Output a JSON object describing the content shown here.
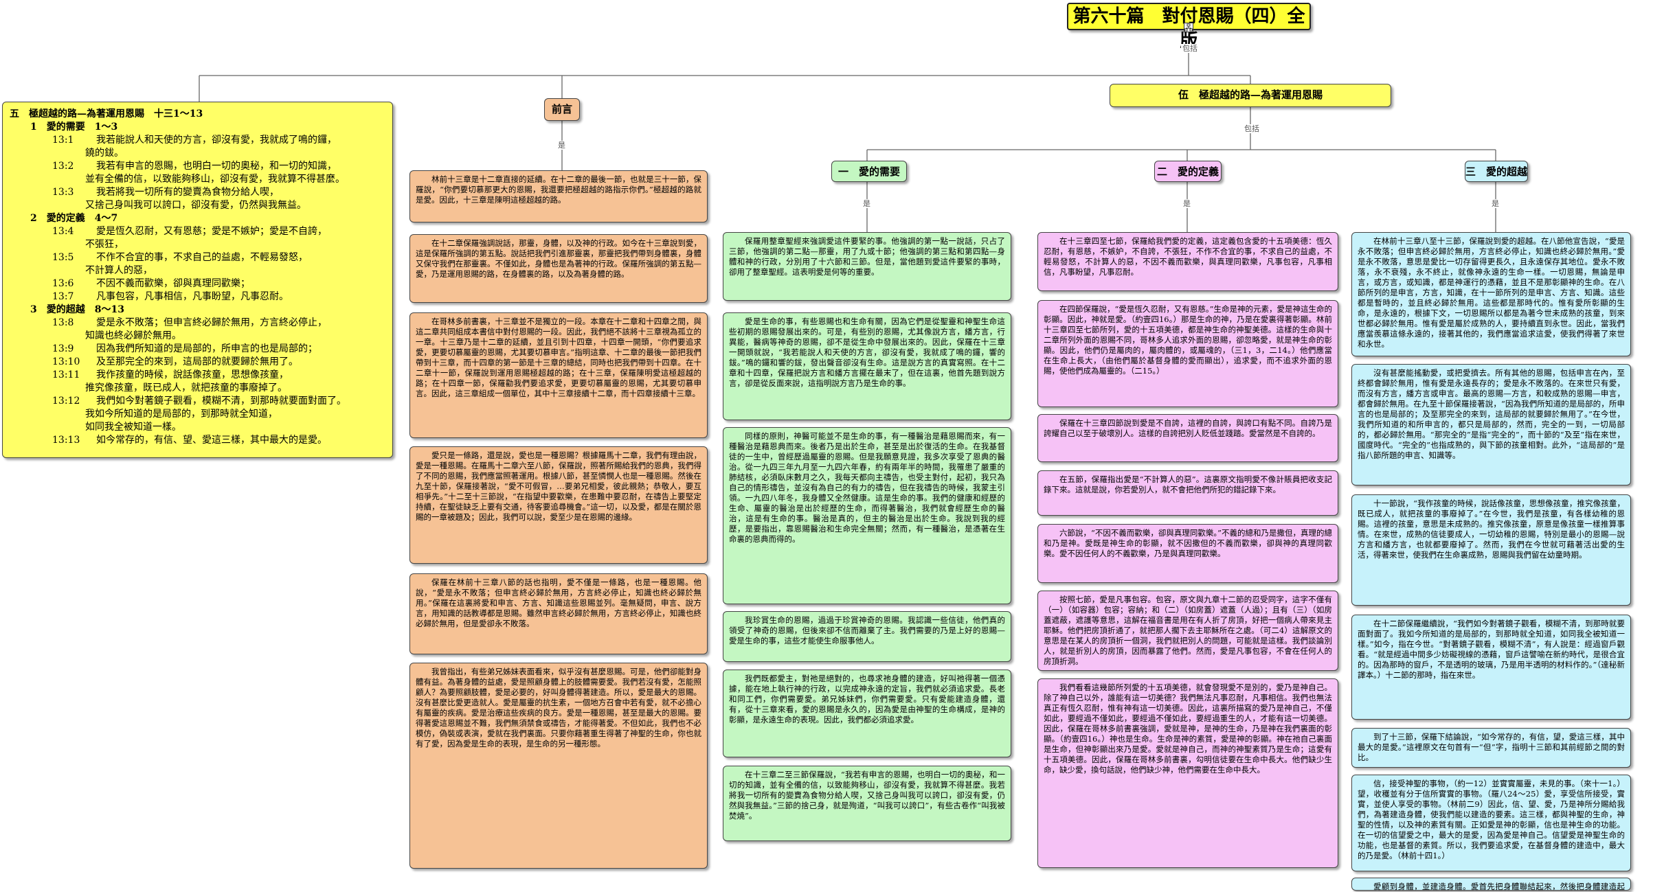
{
  "title": "第六十篇　對付恩賜（四）全版",
  "connectors": {
    "root": "包括",
    "branch": "包括",
    "is": "是"
  },
  "colors": {
    "title": "#ffff33",
    "orange": "#f6c295",
    "green": "#c4f7c2",
    "pink": "#f6c2f6",
    "blue": "#c7f2fb",
    "outline": "#ffff66"
  },
  "outline": [
    {
      "t": "l0",
      "text": "五　極超越的路—為著運用恩賜　十三1～13"
    },
    {
      "t": "l1",
      "text": "1　愛的需要　1～3"
    },
    {
      "t": "v",
      "n": "13:1",
      "text": "我若能說人和天使的方言，卻沒有愛，我就成了鳴的鑼，"
    },
    {
      "t": "c",
      "text": "鐃的鈸。"
    },
    {
      "t": "v",
      "n": "13:2",
      "text": "我若有申言的恩賜，也明白一切的奧秘，和一切的知識，"
    },
    {
      "t": "c",
      "text": "並有全備的信，以致能夠移山，卻沒有愛，我就算不得甚麼。"
    },
    {
      "t": "v",
      "n": "13:3",
      "text": "我若將我一切所有的變賣為食物分給人喫，"
    },
    {
      "t": "c",
      "text": "又捨己身叫我可以誇口，卻沒有愛，仍然與我無益。"
    },
    {
      "t": "l1",
      "text": "2　愛的定義　4～7"
    },
    {
      "t": "v",
      "n": "13:4",
      "text": "愛是恆久忍耐，又有恩慈；愛是不嫉妒；愛是不自誇，"
    },
    {
      "t": "c",
      "text": "不張狂，"
    },
    {
      "t": "v",
      "n": "13:5",
      "text": "不作不合宜的事，不求自己的益處，不輕易發怒，"
    },
    {
      "t": "c",
      "text": "不計算人的惡，"
    },
    {
      "t": "v",
      "n": "13:6",
      "text": "不因不義而歡樂，卻與真理同歡樂；"
    },
    {
      "t": "v",
      "n": "13:7",
      "text": "凡事包容，凡事相信，凡事盼望，凡事忍耐。"
    },
    {
      "t": "l1",
      "text": "3　愛的超越　8～13"
    },
    {
      "t": "v",
      "n": "13:8",
      "text": "愛是永不敗落；但申言終必歸於無用，方言終必停止，"
    },
    {
      "t": "c",
      "text": "知識也終必歸於無用。"
    },
    {
      "t": "v",
      "n": "13:9",
      "text": "因為我們所知道的是局部的，所申言的也是局部的；"
    },
    {
      "t": "v",
      "n": "13:10",
      "text": "及至那完全的來到，這局部的就要歸於無用了。"
    },
    {
      "t": "v",
      "n": "13:11",
      "text": "我作孩童的時候，說話像孩童，思想像孩童，"
    },
    {
      "t": "c",
      "text": "推究像孩童，既已成人，就把孩童的事廢掉了。"
    },
    {
      "t": "v",
      "n": "13:12",
      "text": "我們如今對著鏡子觀看，模糊不清，到那時就要面對面了。"
    },
    {
      "t": "c",
      "text": "我如今所知道的是局部的，到那時就全知道，"
    },
    {
      "t": "c",
      "text": "如同我全被知道一樣。"
    },
    {
      "t": "v",
      "n": "13:13",
      "text": "如今常存的，有信、望、愛這三樣，其中最大的是愛。"
    }
  ],
  "intro": {
    "label": "前言",
    "paras": [
      "林前十三章是十二章直接的延續。在十二章的最後一節，也就是三十一節，保羅說，“你們要切慕那更大的恩賜，我還要把極超越的路指示你們。”極超越的路就是愛。因此，十三章是陳明這極超越的路。",
      "在十二章保羅強調說話，那靈，身體，以及神的行政。如今在十三章說到愛，這是保羅所強調的第五點。說話把我們引進那靈裏，那靈把我們帶到身體裏，身體又保守我們在那靈裏。不僅如此，身體也是為著神的行政。保羅所強調的第五點—愛，乃是運用恩賜的路，在身體裏的路，以及為著身體的路。",
      "在哥林多前書裏，十三章並不是獨立的一段。本章在十二章和十四章之間，與這二章共同組成本書信中對付恩賜的一段。因此，我們絕不該將十三章視為孤立的一章。十三章乃是十二章的延續，並且引到十四章，十四章一開頭，“你們要追求愛，更要切慕屬靈的恩賜，尤其要切慕申言。”指明這章、十二章的最後一節把我們帶到十三章，而十四章的第一節是十三章的總結，同時也把我們帶到十四章。在十二章十一節，保羅說到運用恩賜極超越的路；在十三章，保羅陳明愛這極超越的路；在十四章一節，保羅勸我們要追求愛，更要切慕屬靈的恩賜，尤其要切慕申言。因此，這三章組成一個單位，其中十三章接續十二章，而十四章接續十三章。",
      "愛只是一條路，還是說，愛也是一種恩賜？根據羅馬十二章，我們有理由說，愛是一種恩賜。在羅馬十二章六至八節，保羅說，照著所賜給我們的恩典，我們得了不同的恩賜，我們應當照著運用。根據八節，甚至憐憫人也是一種恩賜。然後在九至十節，保羅接著說，“愛不可假冒，…要弟兄相愛，彼此親熱；恭敬人，要互相爭先。”十二至十三節說，“在指望中要歡樂，在患難中要忍耐，在禱告上要堅定持續，在聖徒缺乏上要有交通，待客要追尋機會。”這一切，以及愛，都是在關於恩賜的一章被題及；因此，我們可以說，愛至少是在恩賜的邊緣。",
      "保羅在林前十三章八節的話也指明，愛不僅是一條路，也是一種恩賜。他說，“愛是永不敗落；但申言終必歸於無用，方言終必停止，知識也終必歸於無用。”保羅在這裏將愛和申言、方言、知識這些恩賜並列。毫無疑問，申言、說方言，用知識的話教導都是恩賜。雖然申言終必歸於無用，方言終必停止，知識也終必歸於無用，但是愛卻永不敗落。",
      "我曾指出，有些弟兄姊妹表面看來，似乎沒有甚麼恩賜。可是，他們卻能對身體有益。為著身體的益處，愛是照顧身體上的肢體需要愛。我們若沒有愛，怎能照顧人？為要照顧肢體，愛是必要的，好叫身體得著建造。所以，愛是最大的恩賜。沒有甚麼比愛更造就人。愛是屬靈的抗生素，一個地方召會中若有愛，就不必擔心有屬靈的疾病。愛是治療這些疾病的良方。愛是一種恩賜，甚至是最大的恩賜。要得著愛這恩賜並不難，我們無須禁食或禱告，才能得著愛。不但如此，我們也不必模仿，偽裝或表演，愛就在我們裏面。只要你藉著重生得著了神聖的生命，你也就有了愛，因為愛是生命的表現，是生命的另一種形態。"
    ]
  },
  "main_branch": {
    "label": "伍　極超越的路—為著運用恩賜"
  },
  "sections": [
    {
      "label": "一　愛的需要",
      "paras": [
        "保羅用整章聖經來強調愛這件要緊的事。他強調的第一點一說話，只占了三節，他強調的第二點—那靈，用了九或十節；他強調的第三點和第四點—身體和神的行政，分別用了十六節和三節。但是，當他題到愛這件要緊的事時，卻用了整章聖經。這表明愛是何等的重要。",
        "愛是生命的事，有些恩賜也和生命有關，因為它們是從聖靈和神聖生命這些初期的恩賜發展出來的。可是，有些別的恩賜，尤其像說方言，繙方言，行異能，醫病等神奇的恩賜，卻不是從生命中發展出來的。因此，保羅在十三章一開頭就說，“我若能說人和天使的方言，卻沒有愛，我就成了鳴的鑼，響的鈸。”鳴的鑼和響的鈸，發出聲音卻沒有生命。這是說方言的真實寫照。在十二章和十四章，保羅把說方言和繙方言擺在最末了，但在這裏，他首先題到說方言，卻是從反面來說，這指明說方言乃是生命的事。",
        "同樣的原則，神醫可能並不是生命的事，有一種醫治是藉恩賜而來，有一種醫治是藉恩典而來。後者乃是出於生命，甚至是出於復活的生命。在我基督徒的一生中，曾經歷過屬靈的恩賜。但是我願意見證，我多次享受了恩典的醫治。從一九四三年九月至一九四六年春，約有兩年半的時間，我罹患了嚴重的肺結核，必須臥床數月之久，我每天都向主禱告，也受主對付，起初，我只為自己的情形禱告，並沒有為自己的有力的禱告，但在我禱告的時候，我蒙主引領。一九四八年冬，我身體又全然健康。這是生命的事。我們的健康和經歷的生命、屬靈的醫治是出於經歷的生命，而得著醫治，我們就會經歷生命的醫治，這是有生命的事。醫治是真的，但主的醫治是出於生命。我說到我的經歷，是要指出，靠恩賜醫治和生命完全無關；然而，有一種醫治，是憑著在生命裏的恩典而得的。",
        "我珍賞生命的恩賜，過過于珍賞神奇的恩賜。我認識一些信徒，他們真的領受了神奇的恩賜，但後來卻不信而離棄了主。我們需要的乃是上好的恩賜—愛是生命的事，這些才能使生命服事他人。",
        "我們既都愛主，對祂是絕對的，也尋求祂身體的建造，好叫祂得著一個憑據，能在地上執行神的行政，以完成神永遠的定旨，我們就必須追求愛。長老和同工們，你們需要愛。弟兄姊妹們，你們需要愛。只有愛能建造身體，還有，從十三章來看，愛的恩賜是永久的，因為愛是由神聖的生命構成，是神的彰顯，是永遠生命的表現。因此，我們都必須追求愛。",
        "在十三章二至三節保羅說，“我若有申言的恩賜，也明白一切的奧秘，和一切的知識，並有全備的信，以致能夠移山，卻沒有愛，我就算不得甚麼。我若將我一切所有的變賣為食物分給人喫，又捨己身叫我可以誇口，卻沒有愛，仍然與我無益。”三節的捨己身，就是殉道，“叫我可以誇口”，有些古卷作“叫我被焚燒”。"
      ]
    },
    {
      "label": "二　愛的定義",
      "paras": [
        "在十三章四至七節，保羅給我們愛的定義，這定義包含愛的十五項美德：恆久忍耐，有恩慈，不嫉妒，不自誇，不張狂，不作不合宜的事，不求自己的益處，不輕易發怒，不計算人的惡，不因不義而歡樂，與真理同歡樂，凡事包容，凡事相信，凡事盼望，凡事忍耐。",
        "在四節保羅說，“愛是恆久忍耐，又有恩慈。”生命是神的元素，愛是神這生命的彰顯。因此，神就是愛。（約壹四16。）那是生命的神，乃是在愛裏得著彰顯。林前十三章四至七節所列，愛的十五項美德，都是神生命的神聖美德。這樣的生命與十二章所列外面的恩賜不同，哥林多人追求外面的恩賜，卻忽略愛，就是神生命的彰顯。因此，他們仍是屬肉的，屬肉體的，或屬魂的，（三1，3，二14。）他們應當在生命上長大，（由他們屬於基督身體的愛而顯出），追求愛，而不追求外面的恩賜，使他們成為屬靈的。（二15。）",
        "保羅在十三章四節說到愛是不自誇，這裡的自誇，與誇口有點不同。自誇乃是誇耀自己以至于破壞別人。這樣的自誇把別人貶低並踐踏。愛當然是不自誇的。",
        "在五節，保羅指出愛是“不計算人的惡”。這裏原文指明愛不像計賬員把收支記錄下來。這就是說，你若愛別人，就不會把他們所犯的錯記錄下來。",
        "六節說，“不因不義而歡樂，卻與真理同歡樂。”不義的總和乃是撒但，真理的總和乃是神。愛既是神生命的彰顯，就不因撒但的不義而歡樂，卻與神的真理同歡樂。愛不因任何人的不義歡樂，乃是與真理同歡樂。",
        "按照七節，愛是凡事包容。包容，原文與九章十二節的忍受同字，這字不僅有（一）（如容器）包容；容納；和（二）（如房蓋）遮蓋（人過）；且有（三）（如房蓋遮蔽，遮護等意思，這解在福音書是用在有人折了房頂，好把一個病人帶來見主耶穌。他們把房頂折通了，就把那人擱下去主耶穌所在之處。（可二4）這解原文的意思是在某人的房頂折一個洞，我們就把別人的問題，可能就是這樣。我們談論別人，就是折別人的房頂，因而暴露了他們。然而，愛是凡事包容，不會在任何人的房頂折洞。",
        "我們看看這幾節所列愛的十五項美德，就會發現愛不是別的，愛乃是神自己。除了神自己以外，誰能有這一切美德？我們無法凡事忍耐，凡事相信。我們也無法真正有恆久忍耐，惟有神有這一切美德。因此，這裏所描寫的愛乃是神自己，不僅如此，要經過不僅如此，要經過不僅如此，要經過重生的人，才能有這一切美德。因此，保羅在哥林多前書裏強調，愛就是神，是神的生命，乃是神在我們裏面的彰顯。（約壹四16。）神也是生命。生命是神的素質，愛是神的彰顯。神在祂自己裏面是生命，但神彰顯出來乃是愛。愛就是神自己，而神的神聖素質乃是生命；這愛有十五項美德。因此，保羅在哥林多前書裏，勾明信徒要在生命中長大。他們缺少生命，缺少愛，換句話說，他們缺少神，他們需要在生命中長大。"
      ]
    },
    {
      "label": "三　愛的超越",
      "paras": [
        "在林前十三章八至十三節，保羅說到愛的超越。在八節他宣告說，“愛是永不敗落；但申言終必歸於無用，方言終必停止，知識也終必歸於無用。”愛是永不敗落，意思是愛比一切存留得更長久，且永遠保存其地位。愛永不敗落，永不衰殘，永不終止，就像神永遠的生命一樣。一切恩賜，無論是申言，或方言，或知識，都是神運行的憑藉，並且不是那彰顯神的生命。在八節所列的是申言，方言，知識，在十一節所列的是申言、方言、知識。這些都是暫時的，並且終必歸於無用。這些都是那時代的。惟有愛所彰顯的生命，是永遠的，根據下文，一切恩賜所以都是為著今世未成熟的孩童，到來世都必歸於無用。惟有愛是屬於成熟的人，要持續直到永世。因此，當我們應當羨慕這條永遠的，接著其他的，我們應當追求這愛，使我們得著了來世和永世。",
        "沒有甚麼能搖動愛，或把愛擠去。所有其他的恩賜，包括申言在內，至終都會歸於無用，惟有愛是永遠長存的；愛是永不敗落的。在來世只有愛，而沒有方言，繙方言或申言。最高的恩賜—方言，和較成熟的恩賜—申言，都會歸於無用。在九至十節保羅接著說，“因為我們所知道的是局部的，所申言的也是局部的；及至那完全的來到，這局部的就要歸於無用了。”在今世，我們所知道的和所申言的，都只是局部的，然而，完全的一到，一切局部的，都必歸於無用。“那完全的”是指“完全的”，而十節的“及至”指在來世，國度時代。“完全的”也指成熟的，與下節的孩童相對。此外，“這局部的”是指八節所題的申言、知識等。",
        "十一節說，“我作孩童的時候，說話像孩童，思想像孩童，推究像孩童，既已成人，就把孩童的事廢掉了。”在今世，我們是孩童，有各樣幼稚的恩賜。這裡的孩童，意思是未成熟的。推究像孩童，原意是像孩童一樣推算事情。在來世，成熟的信徒要成人，一切幼稚的恩賜，特別是最小的恩賜—說方言和繙方言，也就都要廢掉了。然而，我們在今世就可藉著活出愛的生活，得著來世，使我們在生命裏成熟，恩賜與我們留在幼童時期。",
        "在十二節保羅繼續說，“我們如今對著鏡子觀看，模糊不清，到那時就要面對面了。我如今所知道的是局部的，到那時就全知道，如同我全被知道一樣。”如今，指在今世。“對著鏡子觀看，模糊不清”，有人說是：經過窗戶觀看。“就是經過中間多少妨礙視線的憑藉，窗戶這譬喻在新約時代，是很合宜的。因為那時的窗戶，不是透明的玻璃，乃是用半透明的材料作的。”（達秘新譯本。）十二節的那時，指在來世。",
        "到了十三節，保羅下結論說，“如今常存的，有信，望，愛這三樣，其中最大的是愛。”這裡原文在句首有一“但”字，指明十三節和其前經節之間的對比。",
        "信，接受神聖的事物，（約一12）並實實屬靈，未見的事。（來十一1。）望，收穫並有分于信所實實的事物。（羅八24～25）愛，享受信所接受，實實，並使人享受的事物。（林前二9）因此，信、望、愛，乃是神所分賜給我們，為著建造身體，使我們能以建造的要素。這三樣，都與神聖的生命，神聖的性情，以及神的素質有關。正如愛是神的彰顯，信也是神生命的功能。在一切的信望愛之中，最大的是愛，因為愛是神自己。信望愛是神聖生命的功能，也是基督的素質。所以，我們要追求愛，在基督身體的建造中，最大的乃是愛。（林前十四1。）",
        "愛顧到身體，並建造身體。愛首先把身體聯結起來，然後把身體建造起來。因此，我們專注於那建造身體的愛。我們該追求愛，留在身體裏，以享受那愛。"
      ]
    }
  ]
}
